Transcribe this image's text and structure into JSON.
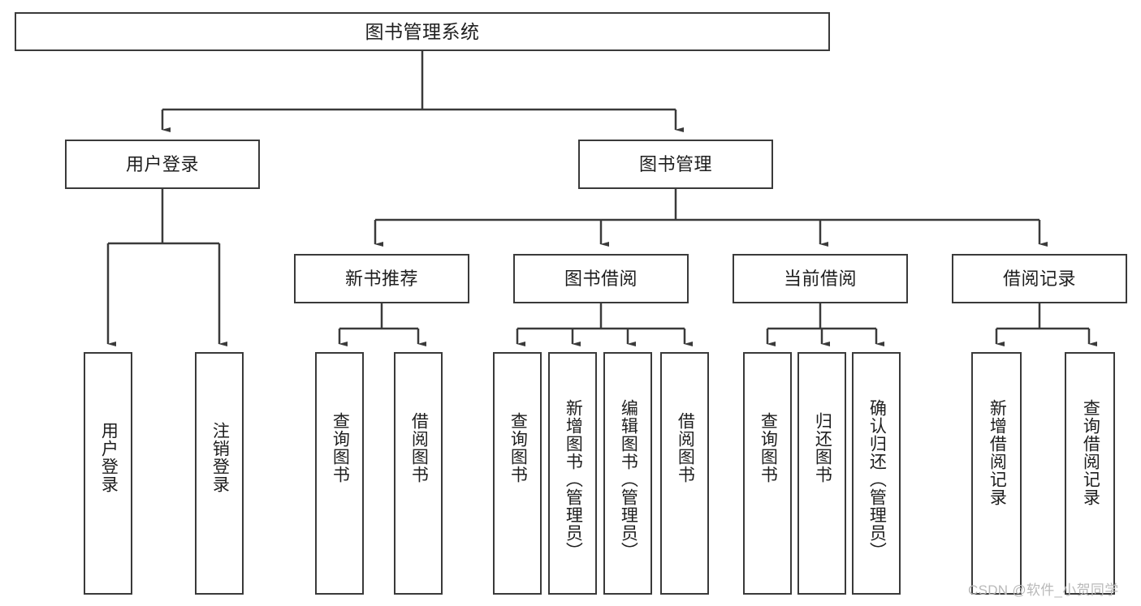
{
  "diagram": {
    "type": "tree-hierarchy",
    "title": "图书管理系统",
    "root": {
      "label": "图书管理系统"
    },
    "level1": [
      {
        "label": "用户登录"
      },
      {
        "label": "图书管理"
      }
    ],
    "level2": [
      {
        "label": "新书推荐"
      },
      {
        "label": "图书借阅"
      },
      {
        "label": "当前借阅"
      },
      {
        "label": "借阅记录"
      }
    ],
    "leaves": {
      "user_login": [
        {
          "label": "用户登录"
        },
        {
          "label": "注销登录"
        }
      ],
      "new_book_recommend": [
        {
          "label": "查询图书"
        },
        {
          "label": "借阅图书"
        }
      ],
      "book_borrow": [
        {
          "label": "查询图书"
        },
        {
          "label": "新增图书（管理员）"
        },
        {
          "label": "编辑图书（管理员）"
        },
        {
          "label": "借阅图书"
        }
      ],
      "current_borrow": [
        {
          "label": "查询图书"
        },
        {
          "label": "归还图书"
        },
        {
          "label": "确认归还（管理员）"
        }
      ],
      "borrow_record": [
        {
          "label": "新增借阅记录"
        },
        {
          "label": "查询借阅记录"
        }
      ]
    }
  },
  "watermark": {
    "text": "CSDN @软件_小贺同学"
  },
  "colors": {
    "stroke": "#3a3a3a",
    "text": "#1e1e1e",
    "background": "#ffffff",
    "watermark": "#b9b9b9"
  }
}
